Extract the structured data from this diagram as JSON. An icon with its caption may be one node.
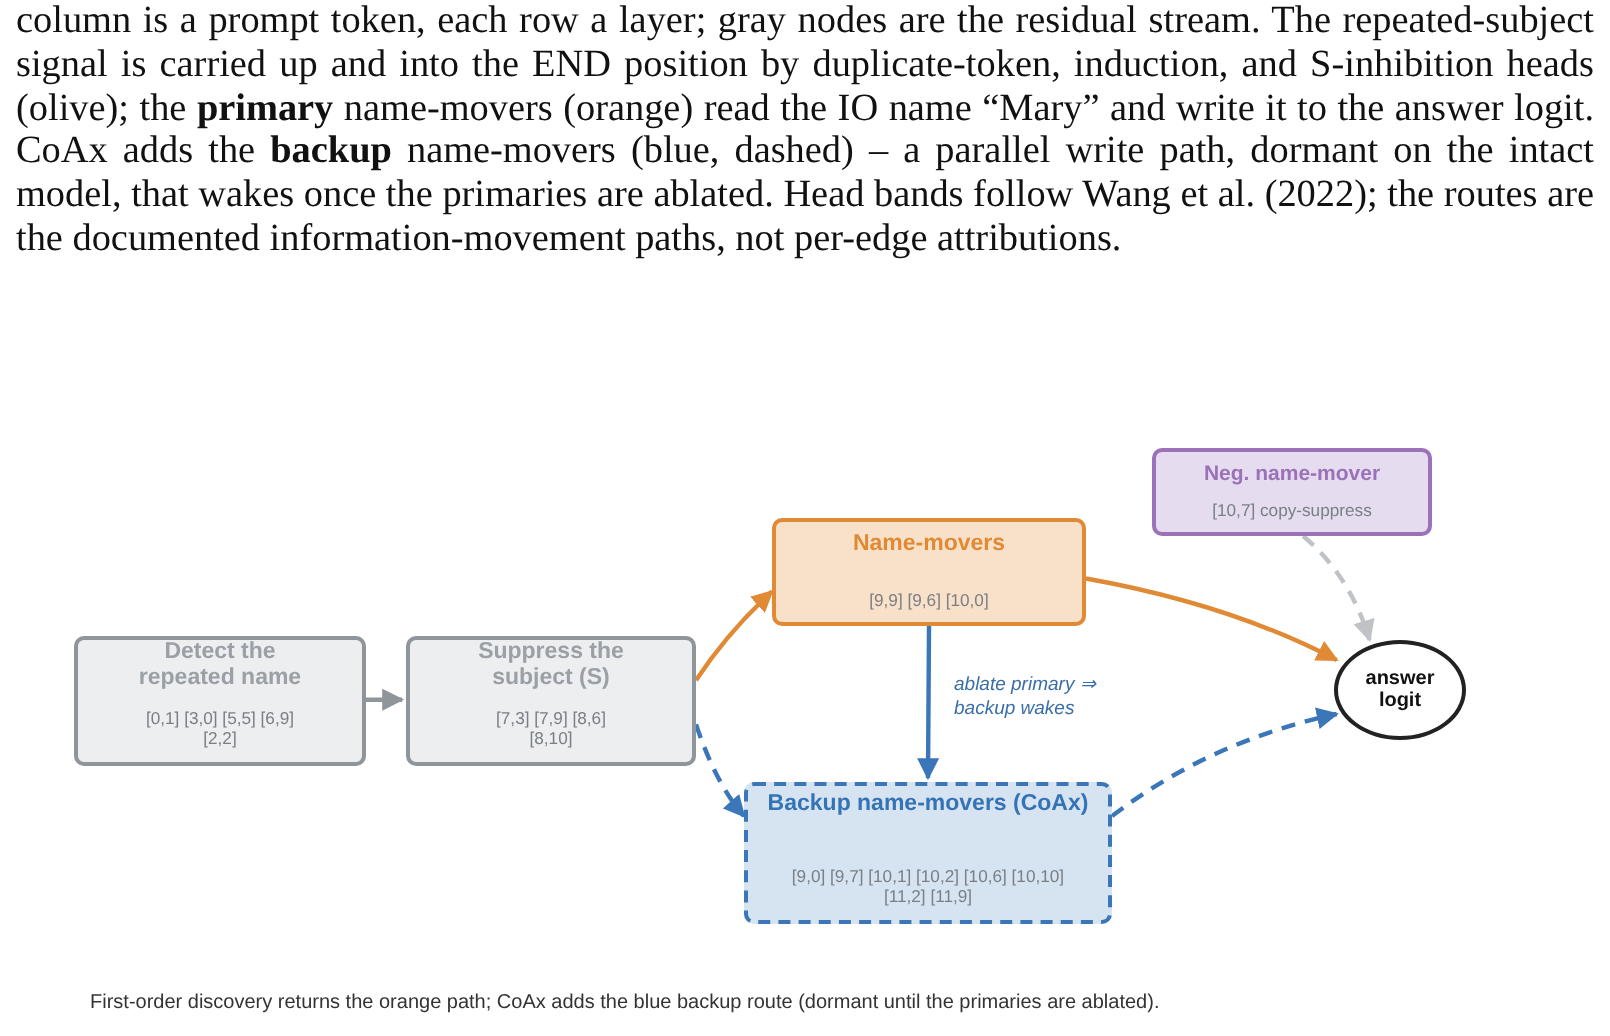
{
  "diagram": {
    "caption": "column is a prompt token, each row a layer; gray nodes are the residual stream. The repeated-subject signal is carried up and into the END position by duplicate-token, induction, and S-inhibition heads (olive); the **primary** name-movers (orange) read the IO name “Mary” and write it to the answer logit. CoAx adds the **backup** name-movers (blue, dashed) – a parallel write path, dormant on the intact model, that wakes once the primaries are ablated. Head bands follow Wang et al. (2022); the routes are the documented information-movement paths, not per-edge attributions.",
    "nodes": [
      {
        "text": [
          "Detect the repeated name",
          "[0,1] [3,0] [5,5] [6,9] [2,2]"
        ]
      },
      {
        "text": [
          "Suppress the subject (S)",
          "[7,3] [7,9] [8,6] [8,10]"
        ]
      },
      {
        "text": [
          "Name-movers",
          "[9,9] [9,6] [10,0]"
        ]
      },
      {
        "text": [
          "Neg. name-mover",
          "[10,7] copy-suppress"
        ]
      },
      {
        "text": [
          "answer logit"
        ]
      },
      {
        "text": [
          "Backup name-movers (CoAx)",
          "[9,0] [9,7] [10,1] [10,2] [10,6] [10,10] [11,2] [11,9]"
        ]
      }
    ],
    "edges": [
      {
        "from": 0,
        "to": 1,
        "arrow": "to",
        "color": "#8f959b"
      },
      {
        "from": 1,
        "to": 2,
        "arrow": "to",
        "color": "#e08a35"
      },
      {
        "from": 1,
        "to": 5,
        "arrow": "to",
        "style": "dashed",
        "color": "#3a76b8"
      },
      {
        "from": 2,
        "to": 4,
        "arrow": "to",
        "color": "#e08a35"
      },
      {
        "from": 3,
        "to": 4,
        "arrow": "to",
        "style": "dashed",
        "color": "#c0c3c6"
      },
      {
        "from": 5,
        "to": 4,
        "arrow": "to",
        "style": "dashed",
        "color": "#3a76b8"
      },
      {
        "from": 2,
        "to": 5,
        "arrow": "to",
        "label": "ablate primary ⇒ backup wakes",
        "color": "#3a76b8"
      }
    ],
    "labels": [
      "First-order discovery returns the orange path; CoAx adds the blue backup route (dormant until the primaries are ablated)."
    ]
  }
}
